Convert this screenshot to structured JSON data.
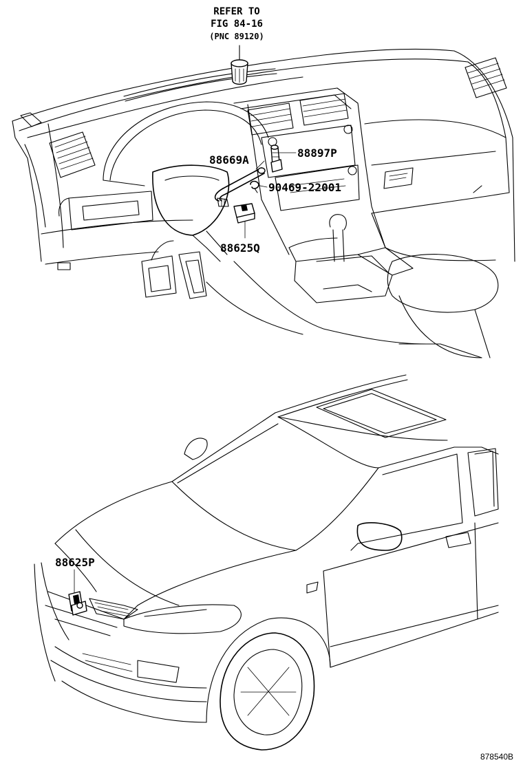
{
  "reference_note": {
    "line1": "REFER TO",
    "line2": "FIG 84-16",
    "line3": "(PNC 89120)"
  },
  "callouts": {
    "hose": "88669A",
    "nozzle": "88897P",
    "clip": "90469-22001",
    "interior_sensor": "88625Q",
    "ambient_sensor": "88625P"
  },
  "figure_code": "878540B"
}
